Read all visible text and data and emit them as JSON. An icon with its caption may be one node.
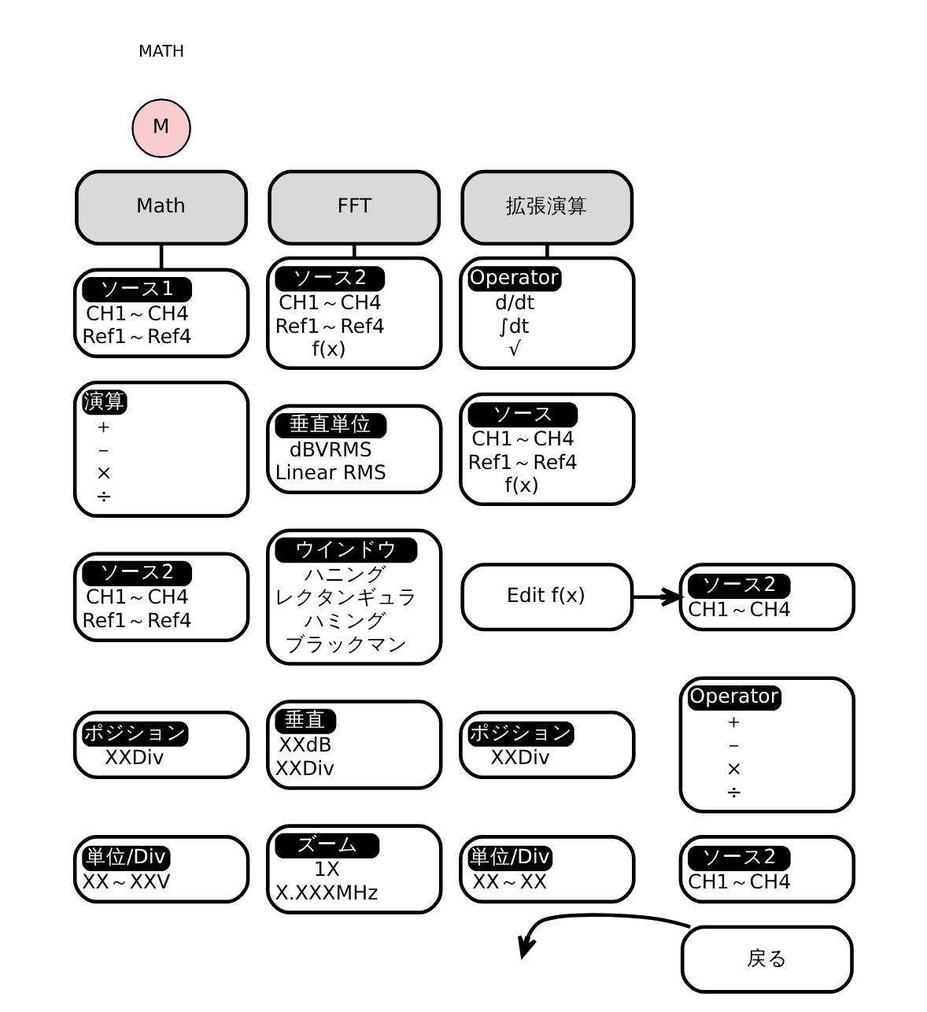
{
  "diagram": {
    "nodes": [
      {
        "text": [
          "M"
        ],
        "beside": [
          "MATH"
        ]
      },
      {
        "text": [
          "Math"
        ]
      },
      {
        "text": [
          "FFT"
        ]
      },
      {
        "text": [
          "拡張演算"
        ]
      },
      {
        "text": [
          "ソース1",
          "CH1～CH4",
          "Ref1～Ref4"
        ]
      },
      {
        "text": [
          "演算",
          "＋",
          "－",
          "×",
          "÷"
        ]
      },
      {
        "text": [
          "ソース2",
          "CH1～CH4",
          "Ref1～Ref4"
        ]
      },
      {
        "text": [
          "ポジション",
          "XXDiv"
        ]
      },
      {
        "text": [
          "単位/Div",
          "XX～XXV"
        ]
      },
      {
        "text": [
          "ソース2",
          "CH1～CH4",
          "Ref1～Ref4",
          "f(x)"
        ]
      },
      {
        "text": [
          "垂直単位",
          "dBVRMS",
          "Linear RMS"
        ]
      },
      {
        "text": [
          "ウインドウ",
          "ハニング",
          "レクタンギュラ",
          "ハミング",
          "ブラックマン"
        ]
      },
      {
        "text": [
          "垂直",
          "XXdB",
          "XXDiv"
        ]
      },
      {
        "text": [
          "ズーム",
          "1X",
          "X.XXXMHz"
        ]
      },
      {
        "text": [
          "Operator",
          "d/dt",
          "∫dt",
          "√"
        ]
      },
      {
        "text": [
          "ソース",
          "CH1～CH4",
          "Ref1～Ref4",
          "f(x)"
        ]
      },
      {
        "text": [
          "Edit f(x)"
        ]
      },
      {
        "text": [
          "ポジション",
          "XXDiv"
        ]
      },
      {
        "text": [
          "単位/Div",
          "XX～XX"
        ]
      },
      {
        "text": [
          "ソース2",
          "CH1～CH4"
        ]
      },
      {
        "text": [
          "Operator",
          "＋",
          "－",
          "×",
          "÷"
        ]
      },
      {
        "text": [
          "ソース2",
          "CH1～CH4"
        ]
      },
      {
        "text": [
          "戻る"
        ]
      }
    ],
    "edges": [
      {
        "from": 1,
        "to": 4,
        "arrow": "none"
      },
      {
        "from": 2,
        "to": 9,
        "arrow": "none"
      },
      {
        "from": 3,
        "to": 14,
        "arrow": "none"
      },
      {
        "from": 16,
        "to": 19,
        "arrow": "to"
      },
      {
        "from": 22,
        "to": null,
        "arrow": "to"
      }
    ]
  }
}
